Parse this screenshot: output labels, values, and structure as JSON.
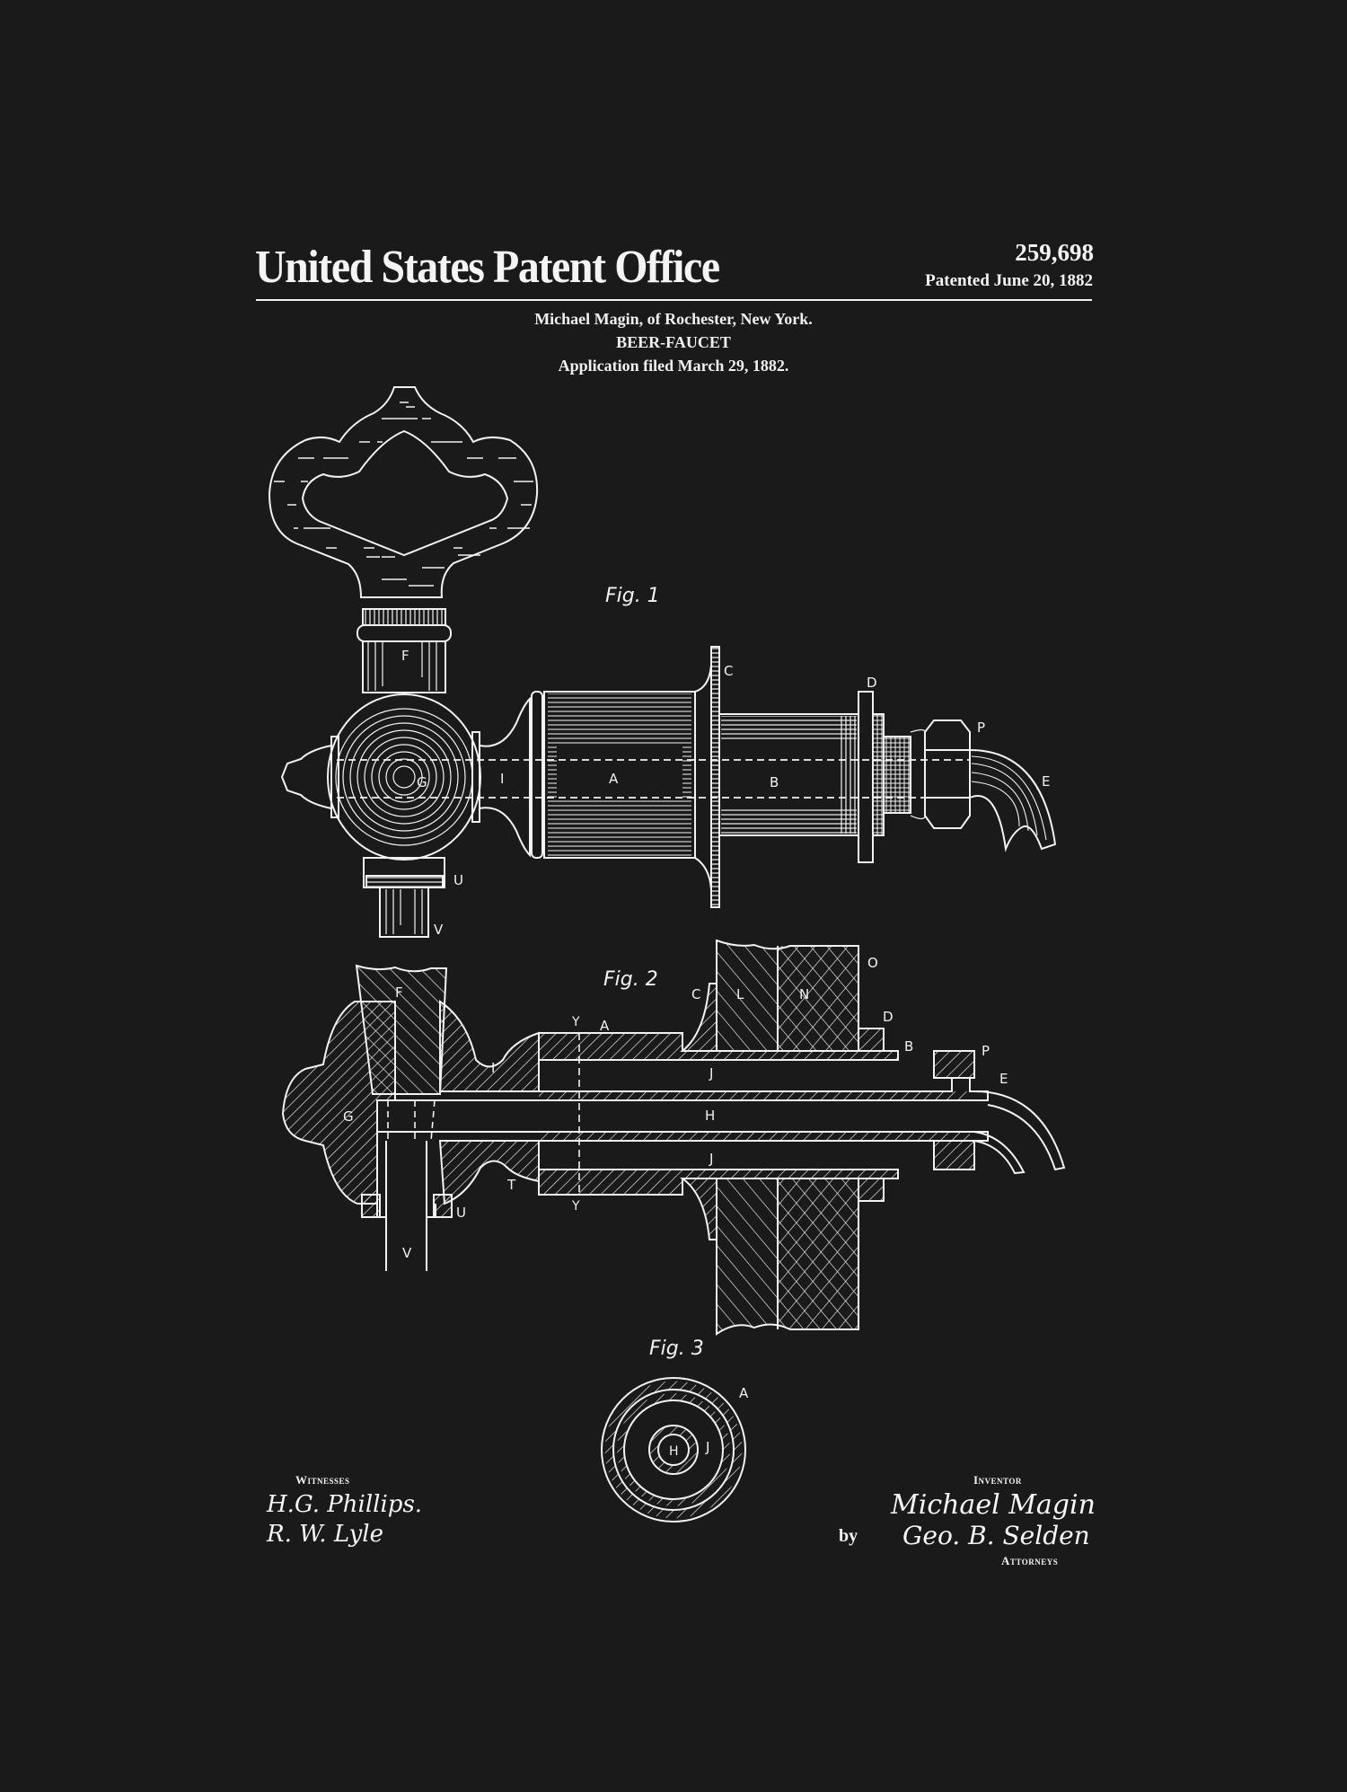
{
  "header": {
    "office_title": "United States Patent Office",
    "patent_number": "259,698",
    "patented_date": "Patented June 20, 1882"
  },
  "meta": {
    "inventor_line": "Michael Magin, of Rochester, New York.",
    "invention_title": "BEER-FAUCET",
    "application_line": "Application filed March 29, 1882."
  },
  "figures": [
    {
      "label": "Fig. 1",
      "part_labels": [
        "F",
        "C",
        "D",
        "P",
        "G",
        "I",
        "A",
        "B",
        "E",
        "U",
        "V"
      ]
    },
    {
      "label": "Fig. 2",
      "part_labels": [
        "F",
        "O",
        "C",
        "L",
        "N",
        "D",
        "Y",
        "A",
        "B",
        "P",
        "I",
        "J",
        "E",
        "G",
        "H",
        "J",
        "T",
        "U",
        "Y",
        "V"
      ]
    },
    {
      "label": "Fig. 3",
      "part_labels": [
        "A",
        "H",
        "J"
      ]
    }
  ],
  "signatures": {
    "witnesses_label": "Witnesses",
    "witnesses": [
      "H.G. Phillips.",
      "R. W. Lyle"
    ],
    "inventor_label": "Inventor",
    "inventor_signature": "Michael Magin",
    "by_label": "by",
    "attorney_signature": "Geo. B. Selden",
    "attorneys_label": "Attorneys"
  },
  "colors": {
    "background": "#1a1a1a",
    "ink": "#f2f2f2"
  }
}
